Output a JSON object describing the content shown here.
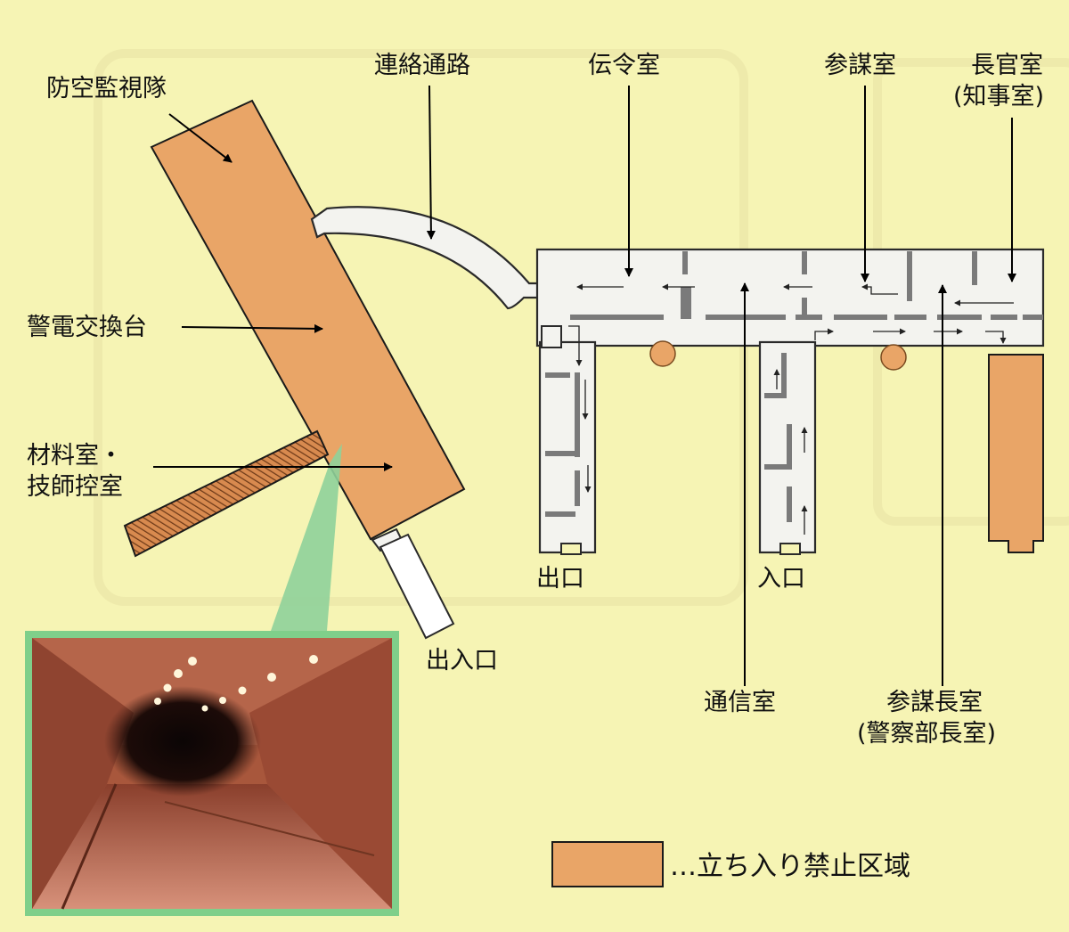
{
  "labels": {
    "air_defense": "防空監視隊",
    "corridor": "連絡通路",
    "dispatch": "伝令室",
    "staff": "参謀室",
    "commander_l1": "長官室",
    "commander_l2": "(知事室)",
    "exchange": "警電交換台",
    "materials_l1": "材料室・",
    "materials_l2": "技師控室",
    "exit": "出口",
    "entrance": "入口",
    "gateway": "出入口",
    "comms": "通信室",
    "chief_l1": "参謀長室",
    "chief_l2": "(警察部長室)"
  },
  "legend": {
    "text": "…立ち入り禁止区域"
  },
  "colors": {
    "background": "#f6f4b4",
    "restricted": "#e9a567",
    "bunker": "#f3f3ef",
    "photo_frame": "#7fcf8a",
    "photo_wall": "#a8573c"
  }
}
